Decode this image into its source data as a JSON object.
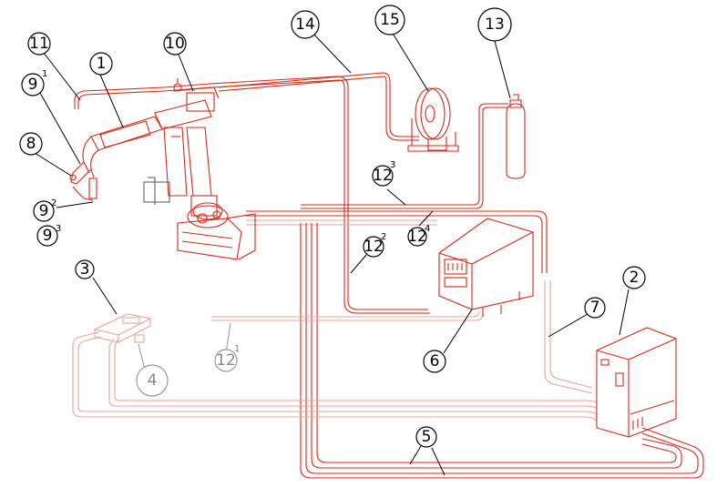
{
  "callouts": {
    "c1": "1",
    "c2": "2",
    "c3": "3",
    "c4": "4",
    "c5": "5",
    "c6": "6",
    "c7": "7",
    "c8": "8",
    "c9_1": "9",
    "c9_1_sup": "1",
    "c9_2": "9",
    "c9_2_sup": "2",
    "c9_3": "9",
    "c9_3_sup": "3",
    "c10": "10",
    "c11": "11",
    "c12_1": "12",
    "c12_1_sup": "1",
    "c12_2": "12",
    "c12_2_sup": "2",
    "c12_3": "12",
    "c12_3_sup": "3",
    "c12_4": "12",
    "c12_4_sup": "4",
    "c13": "13",
    "c14": "14",
    "c15": "15"
  },
  "colors": {
    "line": "#d42a1a",
    "line_faint": "#e8a59c",
    "equipment": "#555555",
    "callout": "#000000"
  }
}
